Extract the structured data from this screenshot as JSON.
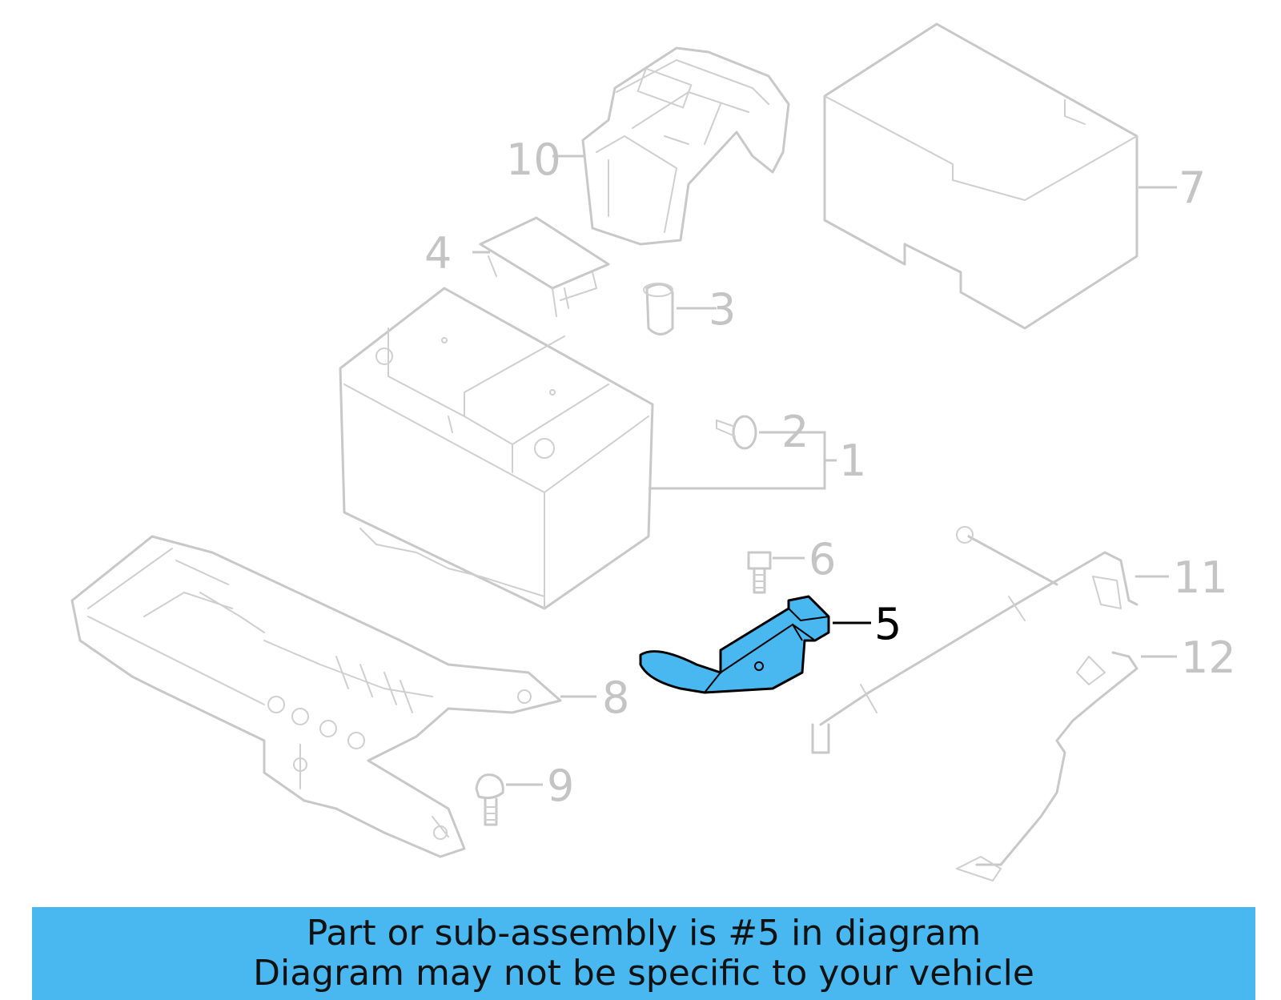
{
  "callouts": {
    "c1": "1",
    "c2": "2",
    "c3": "3",
    "c4": "4",
    "c5": "5",
    "c6": "6",
    "c7": "7",
    "c8": "8",
    "c9": "9",
    "c10": "10",
    "c11": "11",
    "c12": "12"
  },
  "highlight": {
    "part_number": "5",
    "color": "#4ab8f0"
  },
  "banner": {
    "line1": "Part or sub-assembly is #5 in diagram",
    "line2": "Diagram may not be specific to your vehicle",
    "background": "#4ab8f0"
  }
}
